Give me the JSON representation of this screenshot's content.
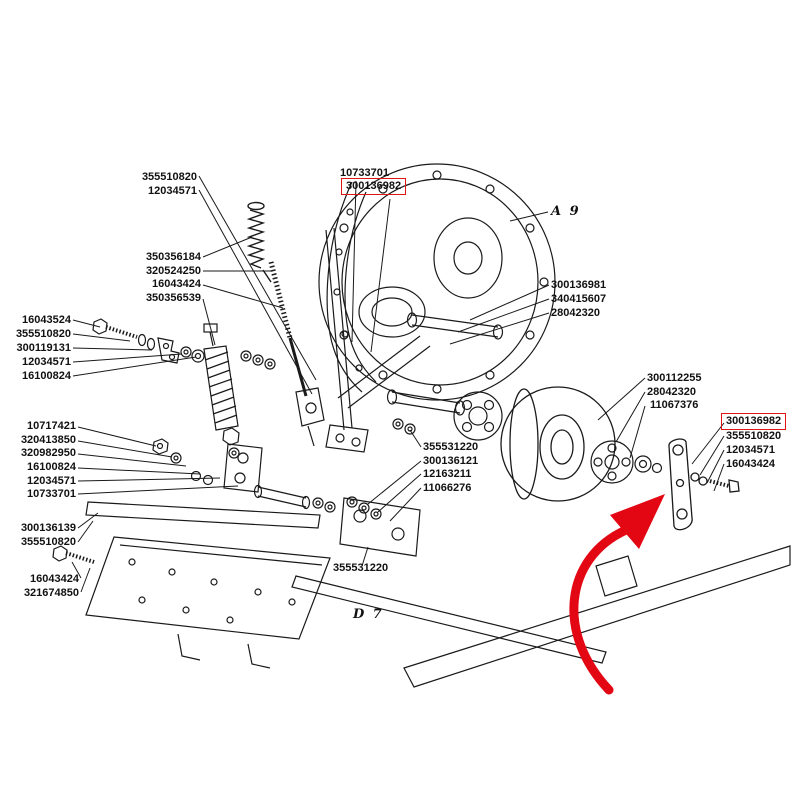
{
  "colors": {
    "line": "#1a1a1a",
    "highlight_box": "#e0150f",
    "arrow": "#e30613",
    "background": "#ffffff"
  },
  "sections": {
    "a9": "A 9",
    "d7": "D 7"
  },
  "labels": [
    {
      "text": "355510820"
    },
    {
      "text": "12034571"
    },
    {
      "text": "10733701"
    },
    {
      "text": "300136982",
      "highlighted": true
    },
    {
      "text": "350356184"
    },
    {
      "text": "320524250"
    },
    {
      "text": "16043424"
    },
    {
      "text": "350356539"
    },
    {
      "text": "16043524"
    },
    {
      "text": "355510820"
    },
    {
      "text": "300119131"
    },
    {
      "text": "12034571"
    },
    {
      "text": "16100824"
    },
    {
      "text": "300136981"
    },
    {
      "text": "340415607"
    },
    {
      "text": "28042320"
    },
    {
      "text": "300112255"
    },
    {
      "text": "28042320"
    },
    {
      "text": "11067376"
    },
    {
      "text": "300136982",
      "highlighted": true
    },
    {
      "text": "355510820"
    },
    {
      "text": "12034571"
    },
    {
      "text": "16043424"
    },
    {
      "text": "10717421"
    },
    {
      "text": "320413850"
    },
    {
      "text": "320982950"
    },
    {
      "text": "16100824"
    },
    {
      "text": "12034571"
    },
    {
      "text": "10733701"
    },
    {
      "text": "355531220"
    },
    {
      "text": "300136121"
    },
    {
      "text": "12163211"
    },
    {
      "text": "11066276"
    },
    {
      "text": "300136139"
    },
    {
      "text": "355510820"
    },
    {
      "text": "16043424"
    },
    {
      "text": "321674850"
    },
    {
      "text": "355531220"
    }
  ]
}
